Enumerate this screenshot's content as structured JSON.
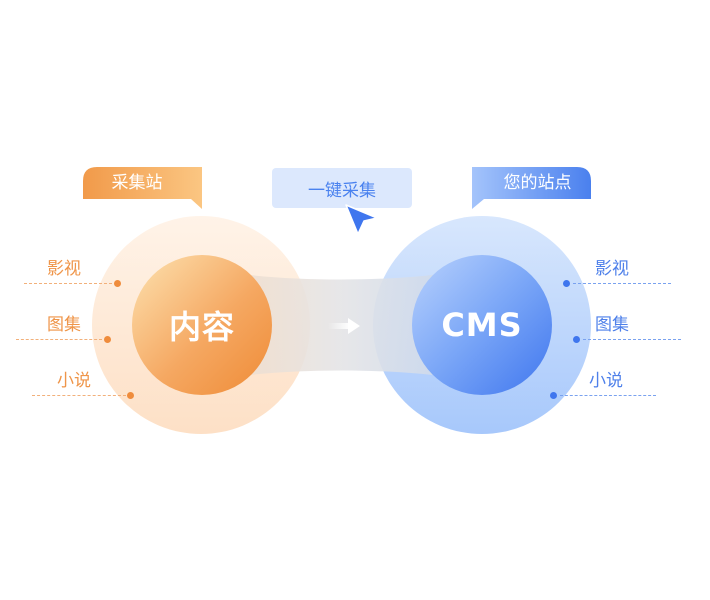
{
  "left_node": {
    "tag": "采集站",
    "core_label": "内容",
    "categories": [
      "影视",
      "图集",
      "小说"
    ],
    "color": "#ef8c3c"
  },
  "action": {
    "label": "一键采集",
    "icon": "cursor-pointer-icon",
    "arrow_icon": "arrow-right-icon"
  },
  "right_node": {
    "tag": "您的站点",
    "core_label": "CMS",
    "categories": [
      "影视",
      "图集",
      "小说"
    ],
    "color": "#3f76ee"
  }
}
